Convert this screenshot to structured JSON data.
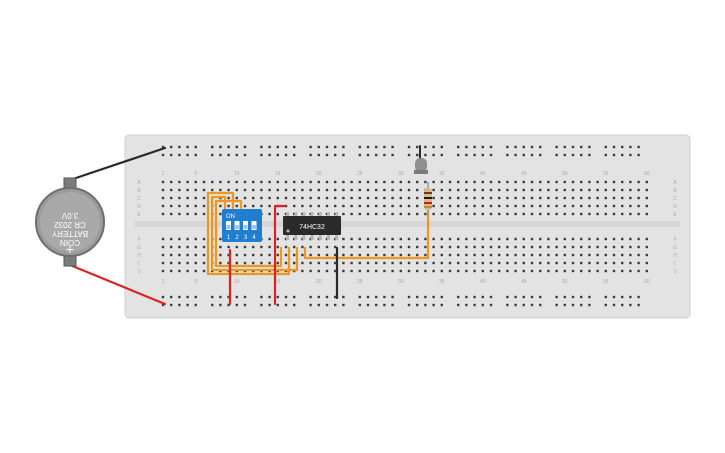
{
  "battery": {
    "line1": "COIN",
    "line2": "BATTERY",
    "line3": "CR 2032",
    "line4": "3.0V",
    "plus": "+"
  },
  "chip": {
    "label": "74HC32"
  },
  "dip_switch": {
    "on_label": "ON",
    "numbers": [
      "1",
      "2",
      "3",
      "4"
    ]
  },
  "breadboard": {
    "column_labels": [
      "1",
      "5",
      "10",
      "15",
      "20",
      "25",
      "30",
      "35",
      "40",
      "45",
      "50",
      "55",
      "60"
    ],
    "row_labels_top": [
      "A",
      "B",
      "C",
      "D",
      "E"
    ],
    "row_labels_bottom": [
      "F",
      "G",
      "H",
      "I",
      "J"
    ]
  },
  "colors": {
    "board": "#e3e3e3",
    "hole": "#3c3c3c",
    "wire_orange": "#f0961e",
    "wire_red": "#dd2222",
    "wire_black": "#2a2a2a",
    "switch_blue": "#1f7ed0",
    "chip_body": "#2a2a2a",
    "battery_body": "#9b9b9b"
  }
}
